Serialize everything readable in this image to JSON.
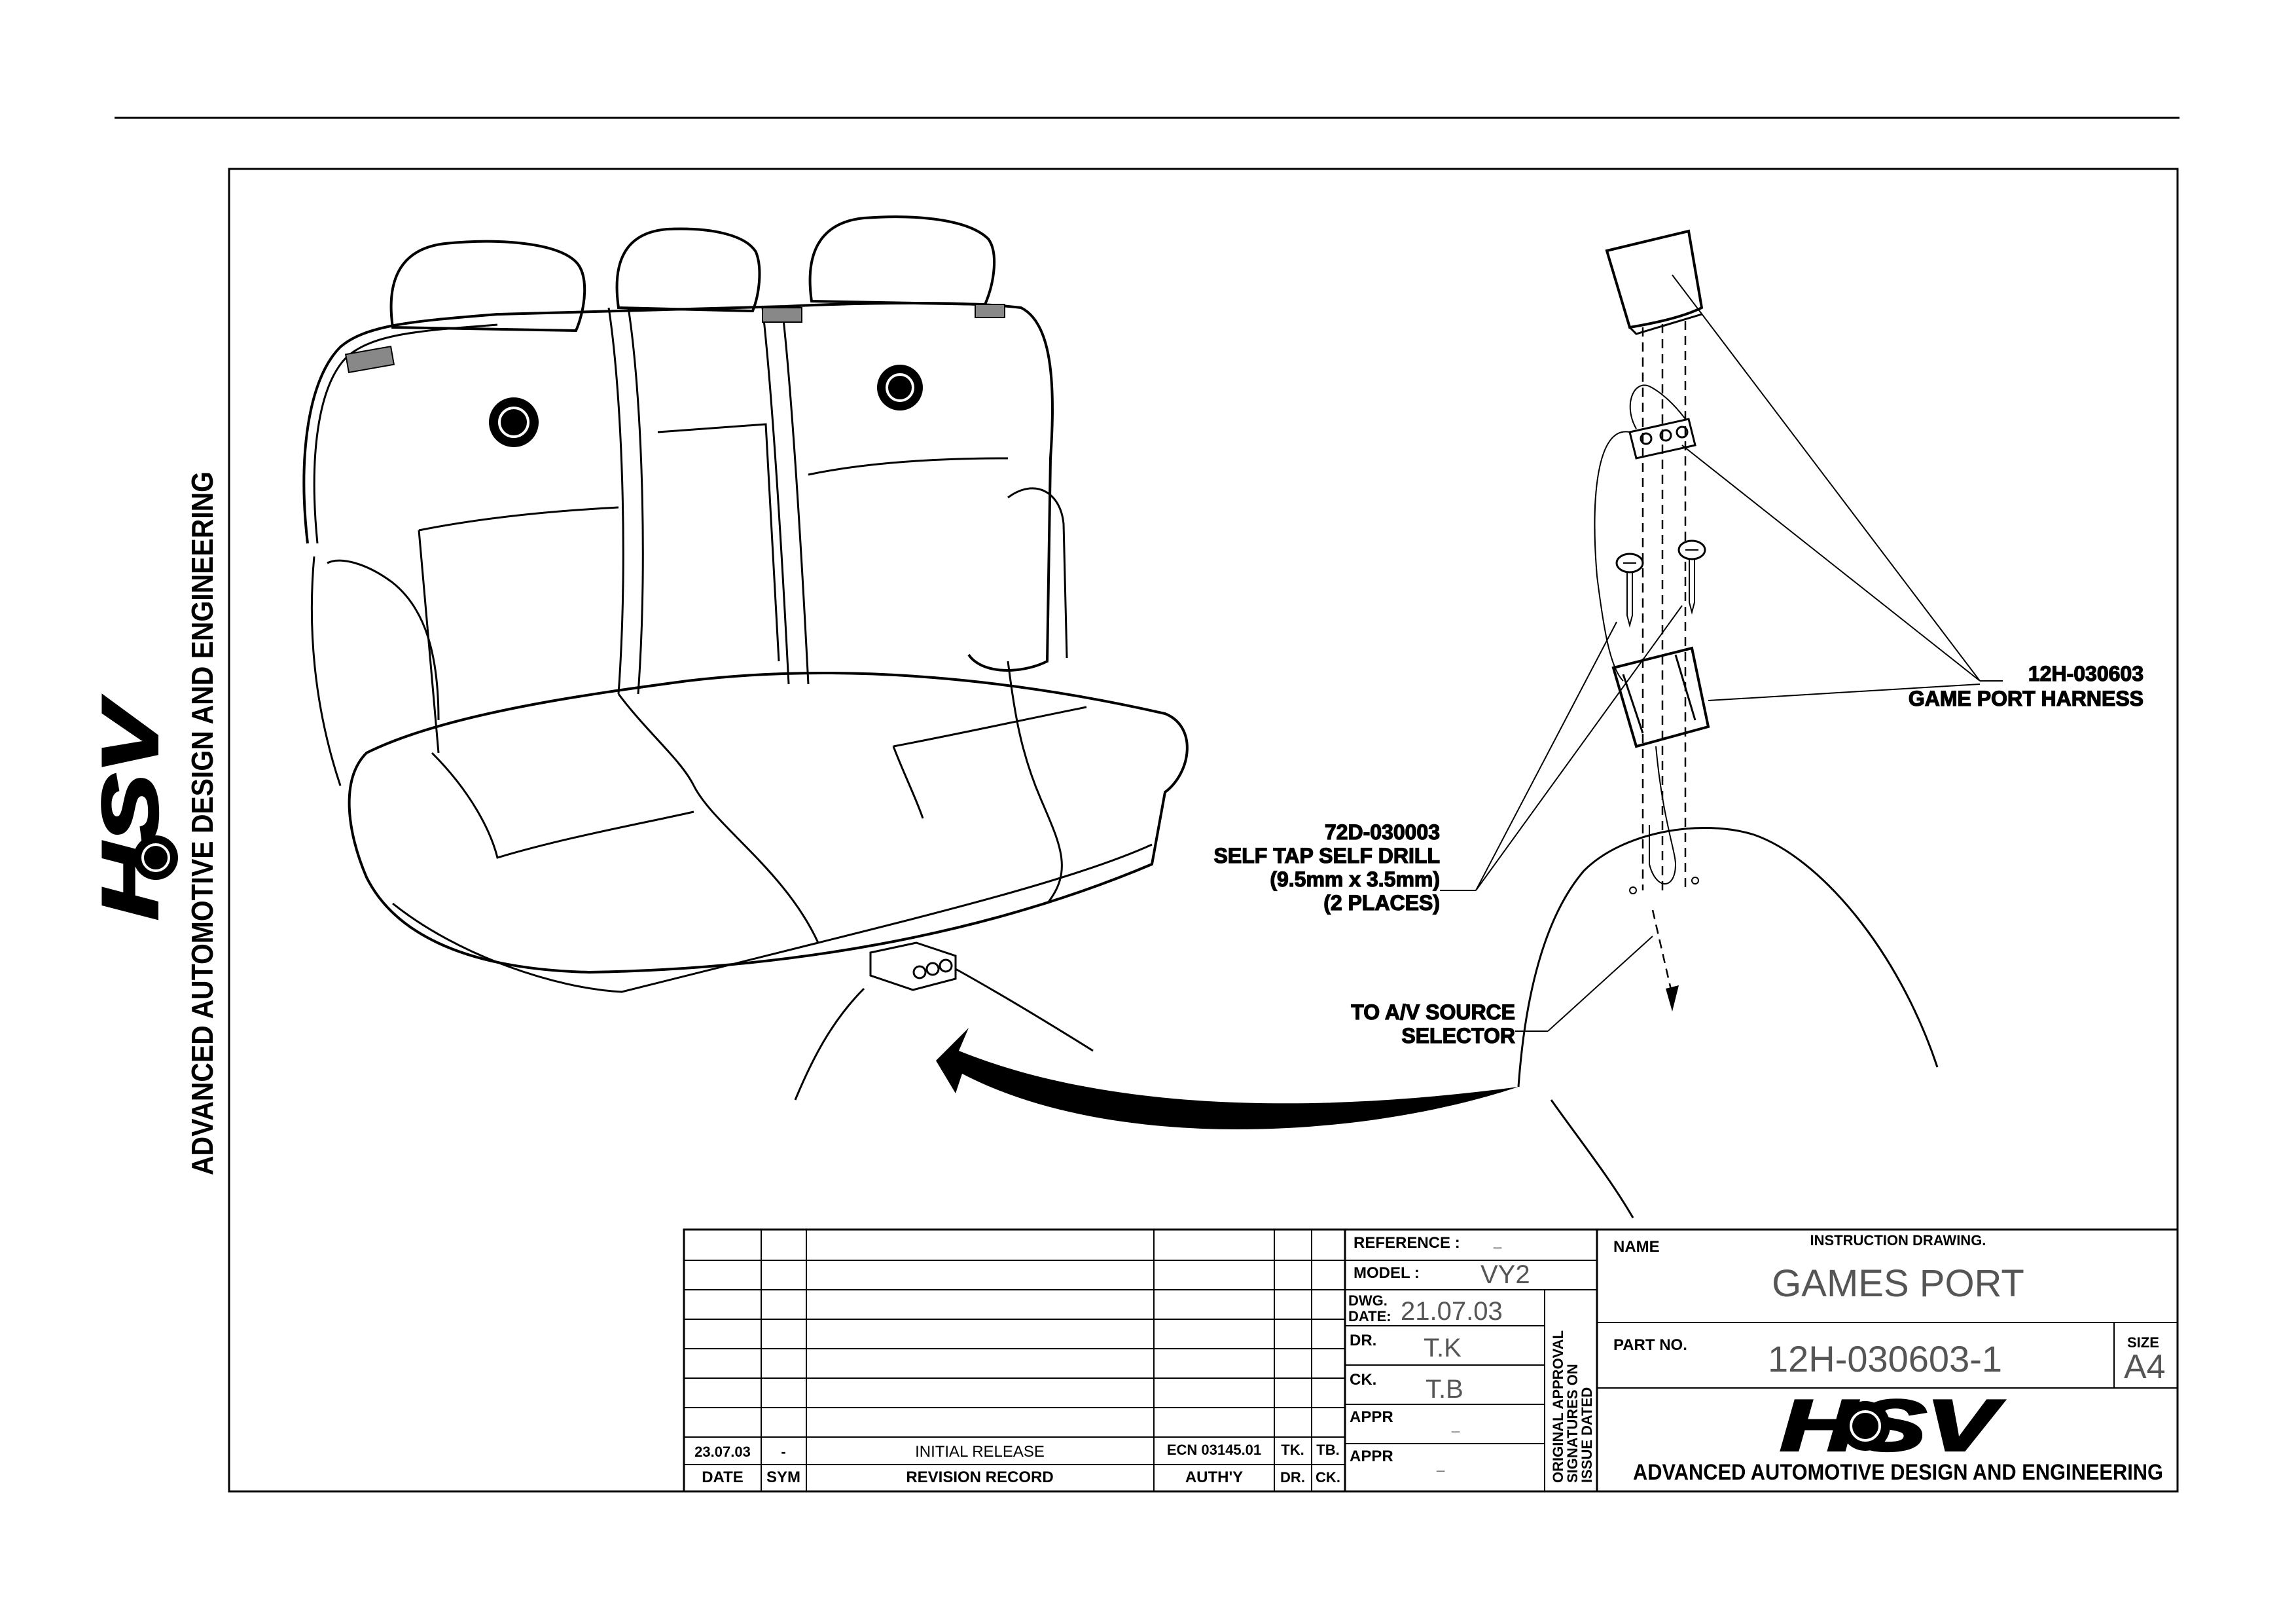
{
  "company": {
    "logo_text": "HSV",
    "tagline": "ADVANCED AUTOMOTIVE DESIGN AND ENGINEERING"
  },
  "callouts": {
    "harness_part": "12H-030603",
    "harness_name": "GAME PORT HARNESS",
    "screw_part": "72D-030003",
    "screw_desc": "SELF TAP SELF DRILL",
    "screw_size": "(9.5mm x 3.5mm)",
    "screw_qty": "(2 PLACES)",
    "av_line1": "TO A/V SOURCE",
    "av_line2": "SELECTOR"
  },
  "title_block": {
    "reference_label": "REFERENCE :",
    "reference_value": "_",
    "model_label": "MODEL :",
    "model_value": "VY2",
    "dwg_date_label_1": "DWG.",
    "dwg_date_label_2": "DATE:",
    "dwg_date_value": "21.07.03",
    "dr_label": "DR.",
    "dr_value": "T.K",
    "ck_label": "CK.",
    "ck_value": "T.B",
    "appr1_label": "APPR",
    "appr1_value": "_",
    "appr2_label": "APPR",
    "appr2_value": "_",
    "approval_note_1": "ORIGINAL APPROVAL",
    "approval_note_2": "SIGNATURES ON",
    "approval_note_3": "ISSUE DATED",
    "name_label": "NAME",
    "drawing_type": "INSTRUCTION DRAWING.",
    "drawing_name": "GAMES PORT",
    "part_no_label": "PART NO.",
    "part_no_value": "12H-030603-1",
    "size_label": "SIZE",
    "size_value": "A4"
  },
  "revision_record": {
    "headers": [
      "DATE",
      "SYM",
      "REVISION RECORD",
      "AUTH'Y",
      "DR.",
      "CK."
    ],
    "rows": [
      {
        "date": "23.07.03",
        "sym": "-",
        "record": "INITIAL RELEASE",
        "auth": "ECN 03145.01",
        "dr": "TK.",
        "ck": "TB."
      }
    ]
  }
}
